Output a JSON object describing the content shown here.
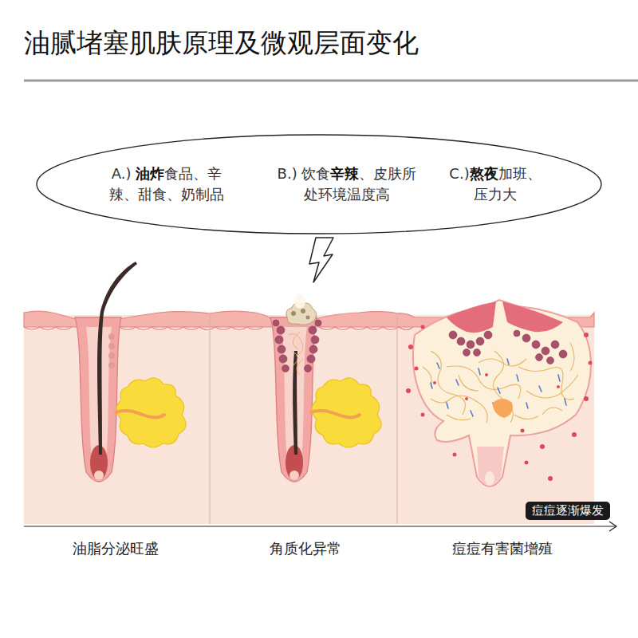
{
  "diagram": {
    "title": "油腻堵塞肌肤原理及微观层面变化",
    "nodes": [
      {
        "text": [
          "A.) 油炸食品、辛辣、甜食、奶制品",
          "B.) 饮食辛辣、皮肤所处环境温度高",
          "C.)熬夜加班、压力大"
        ]
      },
      {
        "text": [
          "痘痘逐渐爆发"
        ]
      }
    ],
    "labels": [
      "油脂分泌旺盛",
      "角质化异常",
      "痘痘有害菌增殖"
    ]
  }
}
